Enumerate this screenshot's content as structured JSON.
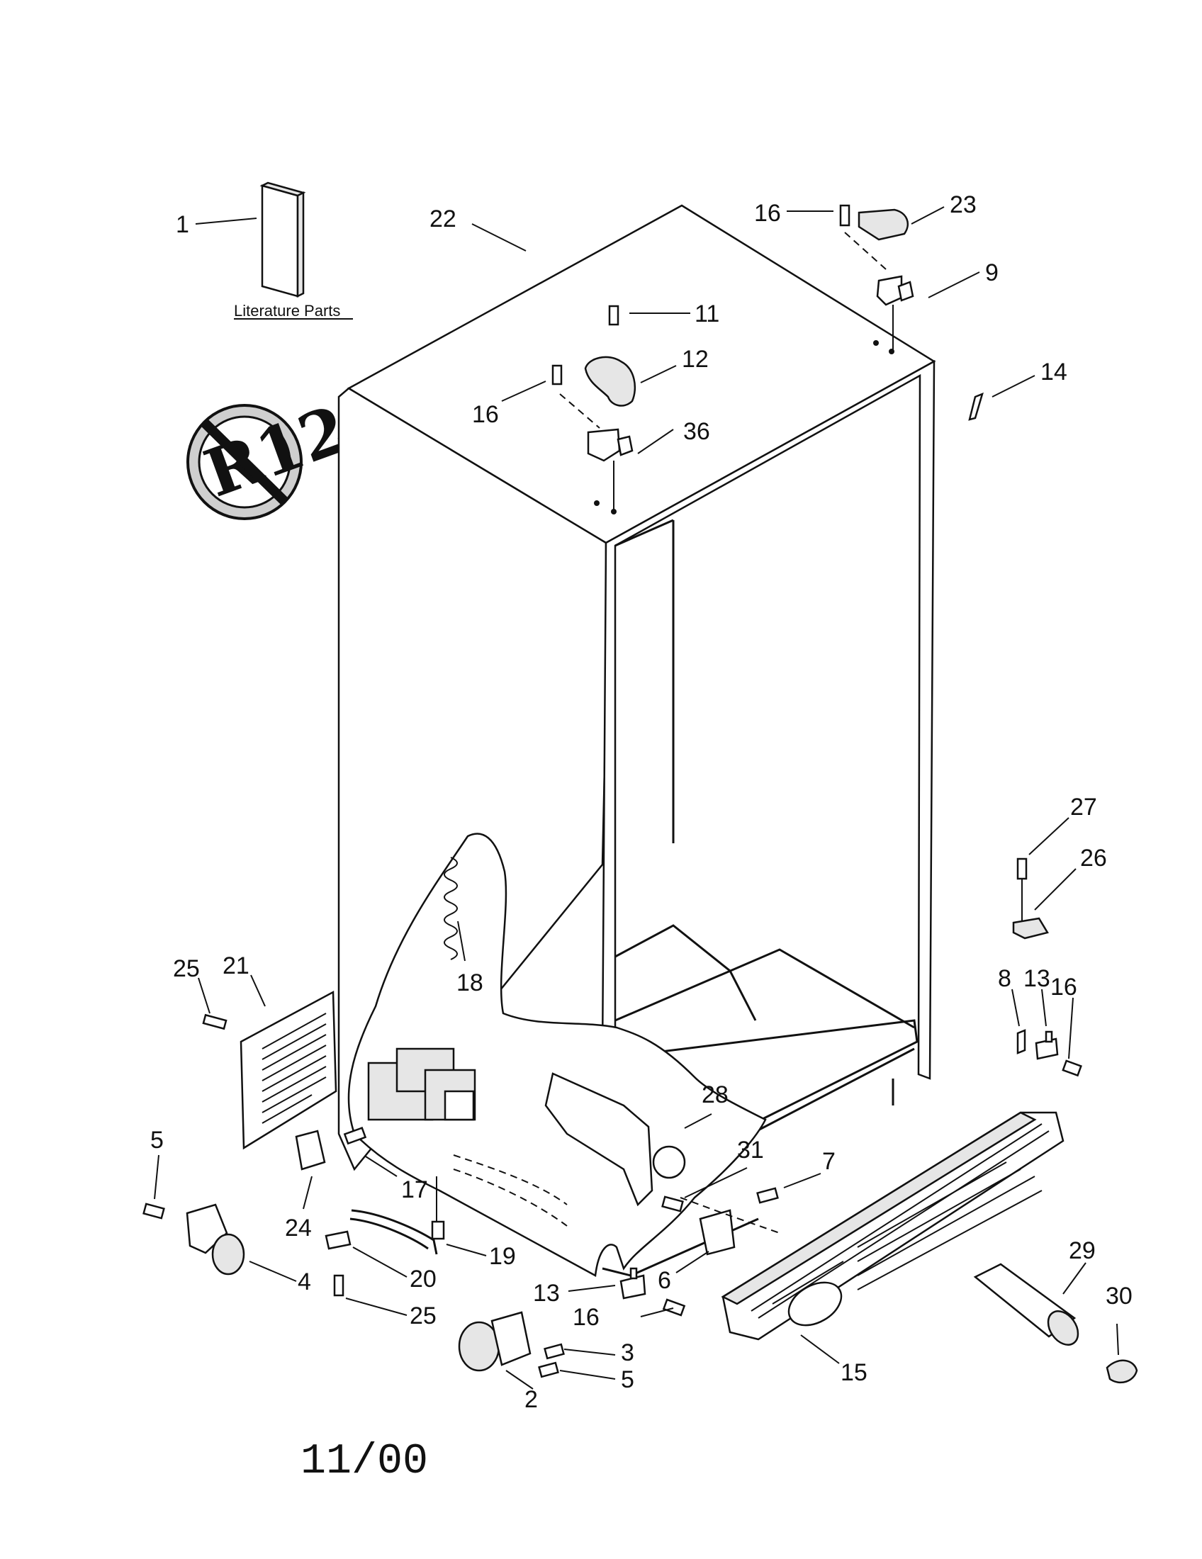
{
  "literature_label": "Literature Parts",
  "badge_text": "R12",
  "date_code": "11/00",
  "callouts": {
    "c1": "1",
    "c22": "22",
    "c16a": "16",
    "c23": "23",
    "c9": "9",
    "c11": "11",
    "c12": "12",
    "c14": "14",
    "c16b": "16",
    "c36": "36",
    "c27": "27",
    "c26": "26",
    "c25a": "25",
    "c21": "21",
    "c18": "18",
    "c8": "8",
    "c13a": "13",
    "c16c": "16",
    "c28": "28",
    "c5a": "5",
    "c31": "31",
    "c7": "7",
    "c17": "17",
    "c24": "24",
    "c19": "19",
    "c4": "4",
    "c20": "20",
    "c29": "29",
    "c6": "6",
    "c13b": "13",
    "c30": "30",
    "c25b": "25",
    "c16d": "16",
    "c3": "3",
    "c5b": "5",
    "c15": "15",
    "c2": "2"
  }
}
